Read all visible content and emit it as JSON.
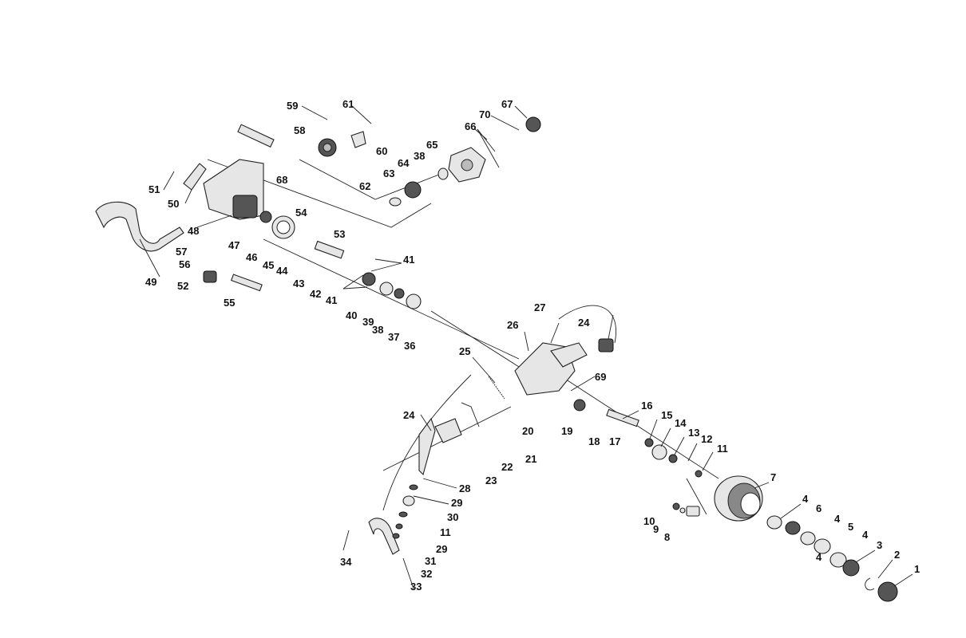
{
  "diagram": {
    "type": "exploded-parts-diagram",
    "part_labels": [
      "1",
      "2",
      "3",
      "4",
      "4",
      "4",
      "4",
      "5",
      "6",
      "7",
      "8",
      "9",
      "10",
      "11",
      "11",
      "12",
      "13",
      "14",
      "15",
      "16",
      "17",
      "18",
      "19",
      "20",
      "21",
      "22",
      "23",
      "24",
      "24",
      "25",
      "26",
      "27",
      "28",
      "29",
      "29",
      "30",
      "31",
      "32",
      "33",
      "34",
      "36",
      "37",
      "38",
      "38",
      "39",
      "40",
      "41",
      "41",
      "42",
      "43",
      "44",
      "45",
      "46",
      "47",
      "48",
      "49",
      "50",
      "51",
      "52",
      "53",
      "54",
      "55",
      "56",
      "57",
      "58",
      "59",
      "60",
      "61",
      "62",
      "63",
      "64",
      "65",
      "66",
      "67",
      "68",
      "69",
      "70"
    ]
  }
}
